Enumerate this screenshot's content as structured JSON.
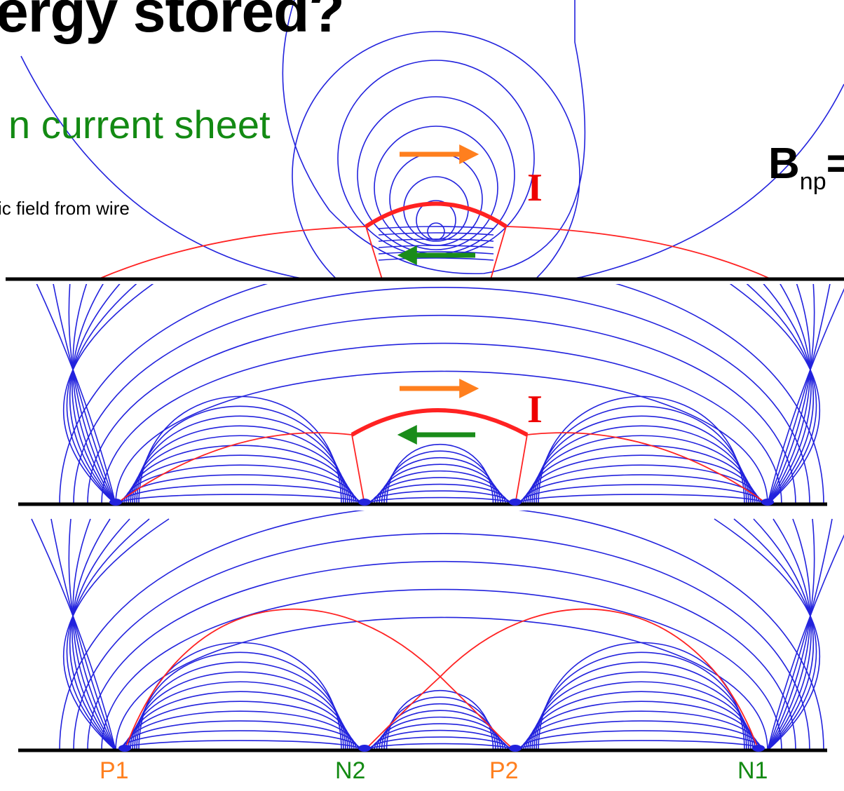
{
  "slide": {
    "title": "ergy stored?",
    "subtitle": "n current sheet",
    "caption": "ic field from wire",
    "bnp_symbol": "B",
    "bnp_subscript": "np",
    "bnp_suffix": "="
  },
  "panels": [
    {
      "name": "wire-field",
      "current_label": "I"
    },
    {
      "name": "wire-in-quadrupole",
      "current_label": "I"
    },
    {
      "name": "quadrupole-potential-field"
    }
  ],
  "footpoints": [
    {
      "label": "P1",
      "polarity": "positive"
    },
    {
      "label": "N2",
      "polarity": "negative"
    },
    {
      "label": "P2",
      "polarity": "positive"
    },
    {
      "label": "N1",
      "polarity": "negative"
    }
  ],
  "colors": {
    "field_lines": "#2222dd",
    "separatrix": "#ff2222",
    "current_label": "#ee0000",
    "arrow_top": "#ff7f1e",
    "arrow_bottom": "#1a8c1a",
    "subtitle": "#138a13",
    "positive_label": "#ff7f1e",
    "negative_label": "#138a13"
  }
}
